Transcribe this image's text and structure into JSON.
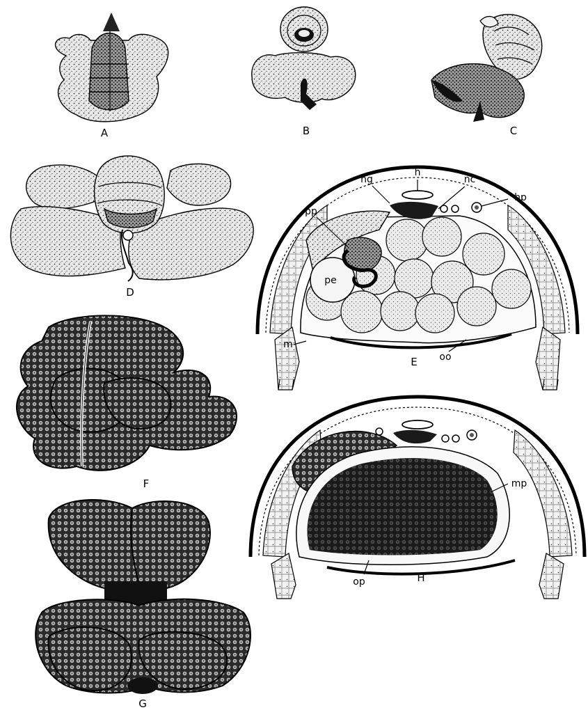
{
  "panels": {
    "A": "A",
    "B": "B",
    "C": "C",
    "D": "D",
    "E": "E",
    "F": "F",
    "G": "G",
    "H": "H"
  },
  "labels_E": {
    "h": "h",
    "hg": "hg",
    "nc": "nc",
    "hp": "hp",
    "pp": "pp",
    "pe": "pe",
    "m": "m",
    "oo": "oo"
  },
  "labels_H": {
    "mp": "mp",
    "op": "op"
  }
}
